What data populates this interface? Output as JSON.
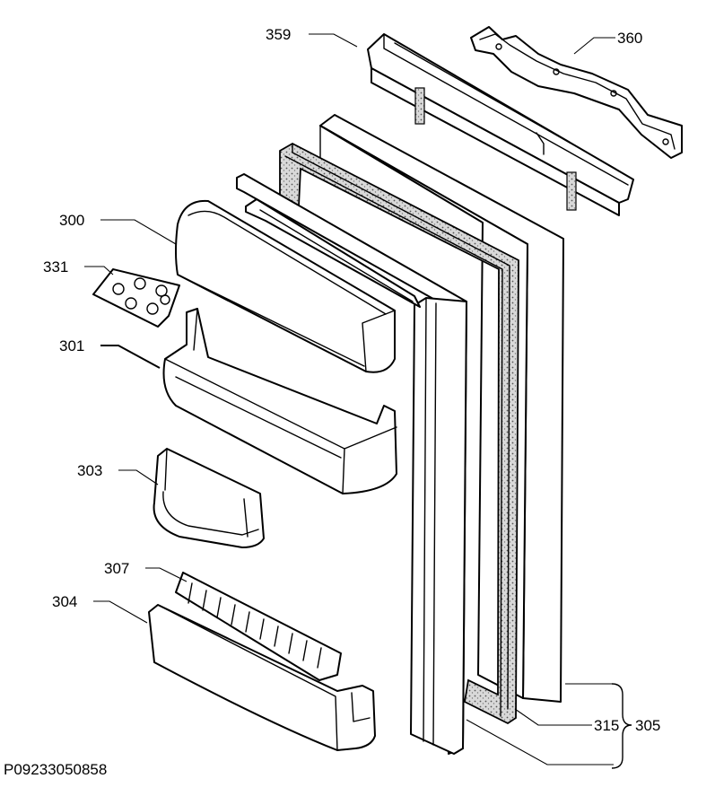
{
  "diagram": {
    "callouts": {
      "c359": "359",
      "c360": "360",
      "c300": "300",
      "c331": "331",
      "c301": "301",
      "c303": "303",
      "c307": "307",
      "c304": "304",
      "c315": "315",
      "c305": "305"
    },
    "document_id": "P09233050858"
  }
}
